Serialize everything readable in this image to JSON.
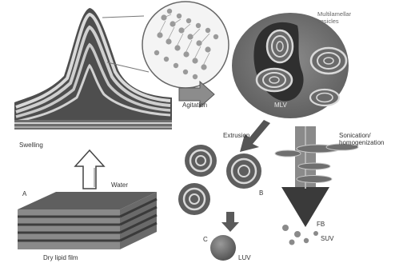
{
  "labels": {
    "swelling": "Swelling",
    "water": "Water",
    "panel_a": "A",
    "dry_lipid_film": "Dry lipid film",
    "agitation": "Agitation",
    "multilamellar_vesicles": "Multilamellar vesicles",
    "mlv": "MLV",
    "extrusion": "Extrusion",
    "panel_b": "B",
    "sonication": "Sonication/ homogenization",
    "fb": "FB",
    "suv": "SUV",
    "panel_c": "C",
    "luv": "LUV"
  },
  "colors": {
    "lamella_dark": "#5a5a5a",
    "lamella_light": "#d8d8d8",
    "arrow_gray": "#8c8c8c",
    "arrow_dark": "#333333",
    "vesicle_fill": "#6e6e6e"
  }
}
